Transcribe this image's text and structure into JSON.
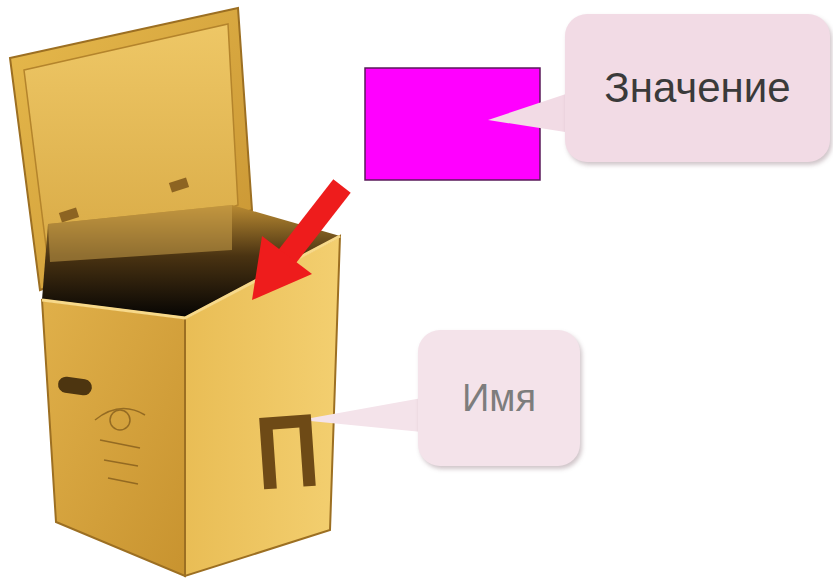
{
  "diagram": {
    "nodes": [
      {
        "text": [
          "Значение"
        ]
      },
      {
        "text": [
          "Имя"
        ]
      }
    ],
    "labels": [
      "П"
    ]
  }
}
